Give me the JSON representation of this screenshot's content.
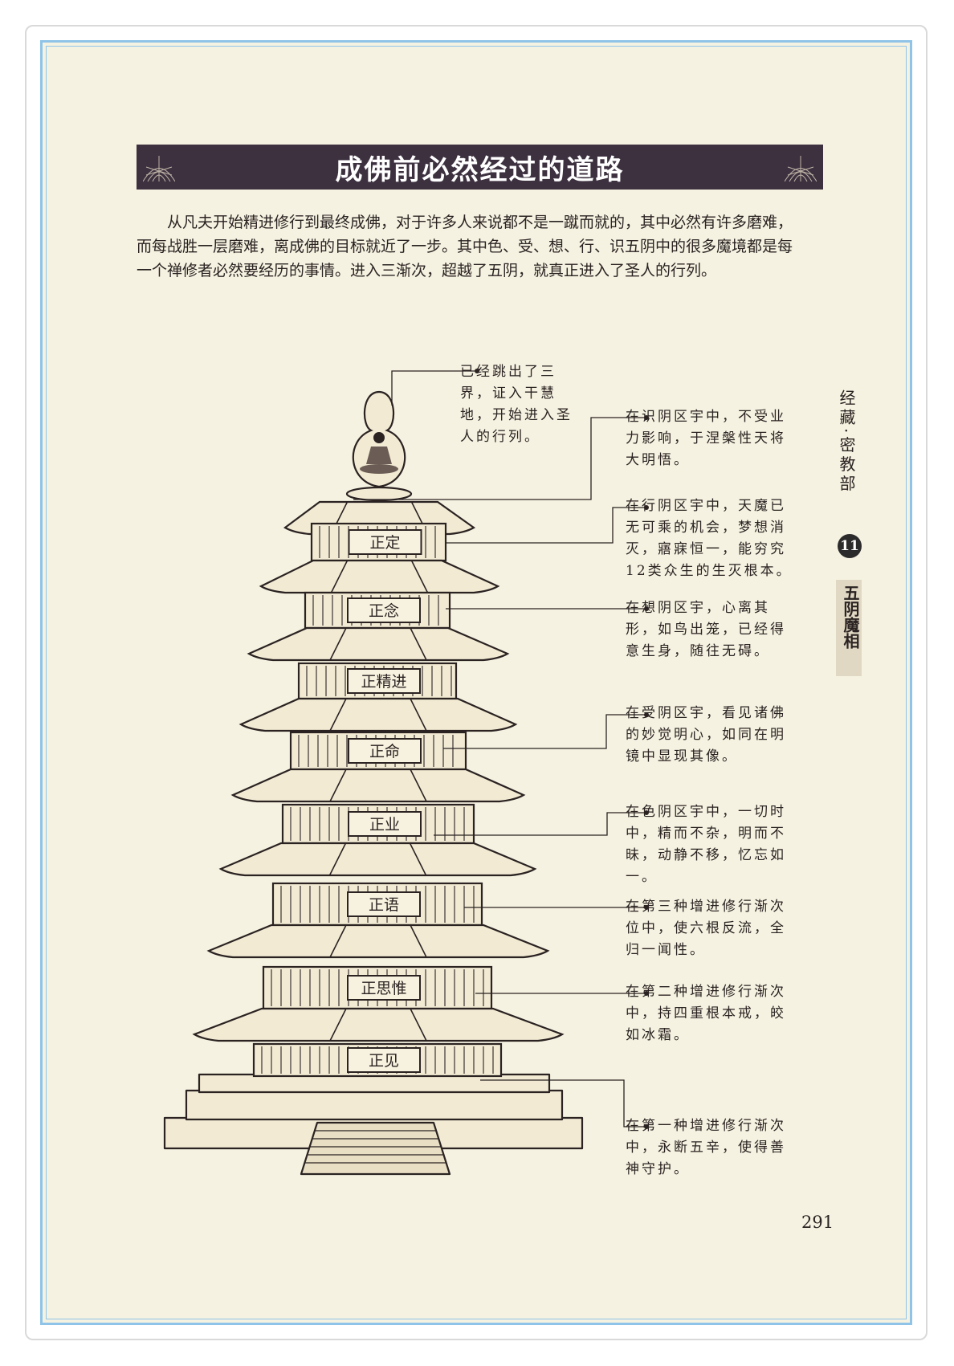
{
  "title": "成佛前必然经过的道路",
  "intro": "从凡夫开始精进修行到最终成佛，对于许多人来说都不是一蹴而就的，其中必然有许多磨难，而每战胜一层磨难，离成佛的目标就近了一步。其中色、受、想、行、识五阴中的很多魔境都是每一个禅修者必然要经历的事情。进入三渐次，超越了五阴，就真正进入了圣人的行列。",
  "side": {
    "section": "经藏·密教部",
    "number": "11",
    "topic": "五阴魔相"
  },
  "plaques": [
    "正定",
    "正念",
    "正精进",
    "正命",
    "正业",
    "正语",
    "正思惟",
    "正见"
  ],
  "annotations": [
    "已经跳出了三界，证入干慧地，开始进入圣人的行列。",
    "在识阴区宇中，不受业力影响，于涅槃性天将大明悟。",
    "在行阴区宇中，天魔已无可乘的机会，梦想消灭，寤寐恒一，能穷究12类众生的生灭根本。",
    "在想阴区宇，心离其形，如鸟出笼，已经得意生身，随往无碍。",
    "在受阴区宇，看见诸佛的妙觉明心，如同在明镜中显现其像。",
    "在色阴区宇中，一切时中，精而不杂，明而不昧，动静不移，忆忘如一。",
    "在第三种增进修行渐次位中，使六根反流，全归一闻性。",
    "在第二种增进修行渐次中，持四重根本戒，皎如冰霜。",
    "在第一种增进修行渐次中，永断五辛，使得善神守护。"
  ],
  "page_number": "291",
  "colors": {
    "title_bg": "#3d3140",
    "paper": "#f6f2e1",
    "frame": "#8fc4e8"
  }
}
